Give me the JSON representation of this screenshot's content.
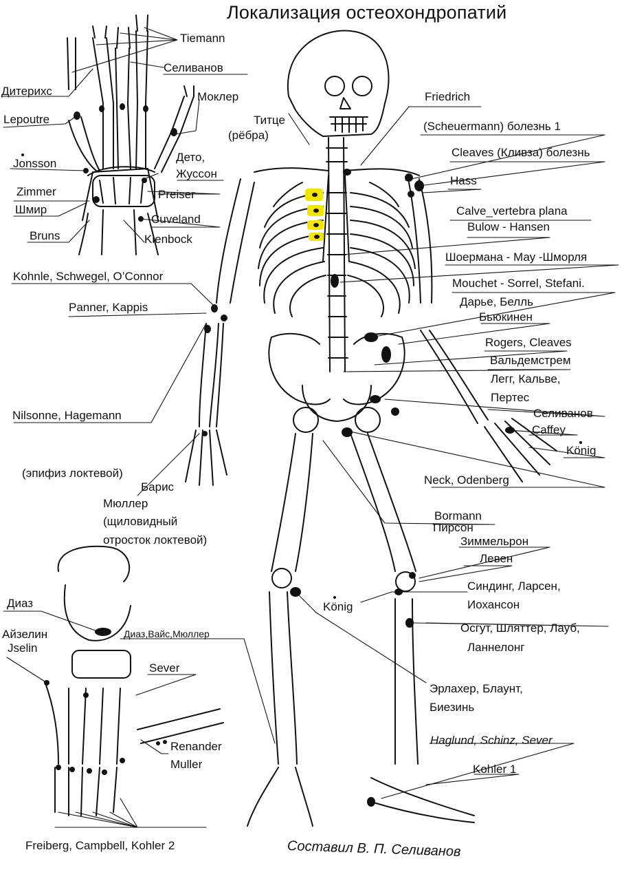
{
  "title": "Локализация остеохондропатий",
  "author": "Составил В. П. Селиванов",
  "colors": {
    "ink": "#111111",
    "marker": "#111111",
    "highlight": "#f2e600",
    "background": "#ffffff"
  },
  "labels": {
    "tiemann": "Tiemann",
    "selivanov_hand": "Селиванов",
    "diterichs": "Дитерихс",
    "mokler": "Моклер",
    "lepoutre": "Lepoutre",
    "deto": "Дето,",
    "zhusson": "Жуссон",
    "jonsson": "Jonsson",
    "zimmer": "Zimmer",
    "preiser": "Preiser",
    "shmir": "Шмир",
    "cuveland": "Cuveland",
    "bruns": "Bruns",
    "kienbock": "Kienbock",
    "titze": "Титце",
    "ribs": "(рёбра)",
    "friedrich": "Friedrich",
    "scheuermann": "(Scheuermann) болезнь 1",
    "cleaves_disease": "Cleaves (Кливза) болезнь",
    "hass": "Hass",
    "calve_vertebra": "Calve_vertebra plana",
    "bulow_hansen": "Bulow - Hansen",
    "scheuermann_mau": "Шоермана - Мау -Шморля",
    "kohnle": "Kohnle, Schwegel, O’Connor",
    "mouchet": "Mouchet - Sorrel, Stefani.",
    "panner": "Panner, Kappis",
    "darye": "Дарье, Белль",
    "buykinen": "Бьюкинен",
    "rogers": "Rogers, Cleaves",
    "valdemstrem": "Вальдемстрем",
    "legg": "Легг, Кальве,",
    "perthes": "Пертес",
    "nilsonne": "Nilsonne, Hagemann",
    "selivanov_wrist": "Селиванов",
    "caffey": "Caffey",
    "konig_hand": "König",
    "epiphysis_ulna": "(эпифиз локтевой)",
    "baris": "Барис",
    "neck_odenberg": "Neck, Odenberg",
    "muller": "Мюллер",
    "styloid_1": "(щиловидный",
    "styloid_2": "отросток локтевой)",
    "bormann": "Bormann",
    "pirson": "Пирсон",
    "zimmelron": "Зиммельрон",
    "leven": "Левен",
    "diaz": "Диаз",
    "sinding": "Синдинг, Ларсен,",
    "konig_knee": "König",
    "iokhanson": "Иохансон",
    "aizelin": "Айзелин",
    "diaz_weiss": "Диаз,Вайс,Мюллер",
    "osgut": "Осгут, Шляттер, Лауб,",
    "iselin": "Jselin",
    "lannelong": "Ланнелонг",
    "sever_foot": "Sever",
    "erlacher": "Эрлахер, Блаунт,",
    "biezin": "Биезинь",
    "renander": "Renander",
    "muller_lat": "Muller",
    "haglund": "Haglund, Schinz, Sever",
    "kohler1": "Kohler 1",
    "freiberg": "Freiberg, Campbell, Kohler 2"
  }
}
